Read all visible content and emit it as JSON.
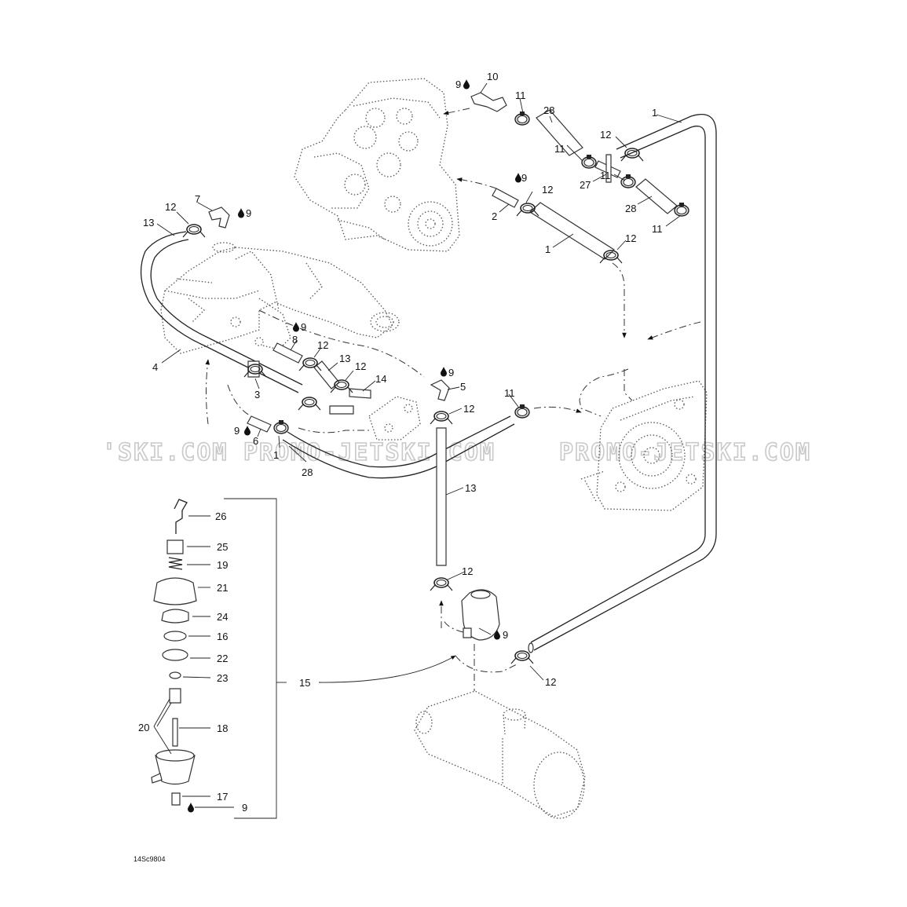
{
  "diagram_code": "14Sc9804",
  "watermark": {
    "left": "'SKI.COM",
    "middle": "PROMO-JETSKI.COM",
    "right": "PROMO-JETSKI.COM"
  },
  "callouts": {
    "c_9_top": "9",
    "c_10": "10",
    "c_11_a": "11",
    "c_28_a": "28",
    "c_1_a": "1",
    "c_12_a": "12",
    "c_11_b": "11",
    "c_27": "27",
    "c_11_c": "11",
    "c_28_b": "28",
    "c_11_d": "11",
    "c_9_b": "9",
    "c_12_b": "12",
    "c_2": "2",
    "c_1_b": "1",
    "c_12_c": "12",
    "c_7": "7",
    "c_12_d": "12",
    "c_9_c": "9",
    "c_13_a": "13",
    "c_4": "4",
    "c_9_d": "9",
    "c_8": "8",
    "c_12_e": "12",
    "c_13_b": "13",
    "c_12_f": "12",
    "c_14": "14",
    "c_3": "3",
    "c_9_e": "9",
    "c_5": "5",
    "c_12_g": "12",
    "c_11_e": "11",
    "c_9_f": "9",
    "c_6": "6",
    "c_1_c": "1",
    "c_28_c": "28",
    "c_13_c": "13",
    "c_12_h": "12",
    "c_9_g": "9",
    "c_12_i": "12",
    "c_15": "15",
    "c_26": "26",
    "c_25": "25",
    "c_19": "19",
    "c_21": "21",
    "c_24": "24",
    "c_16": "16",
    "c_22": "22",
    "c_23": "23",
    "c_20": "20",
    "c_18": "18",
    "c_17": "17",
    "c_9_h": "9"
  }
}
